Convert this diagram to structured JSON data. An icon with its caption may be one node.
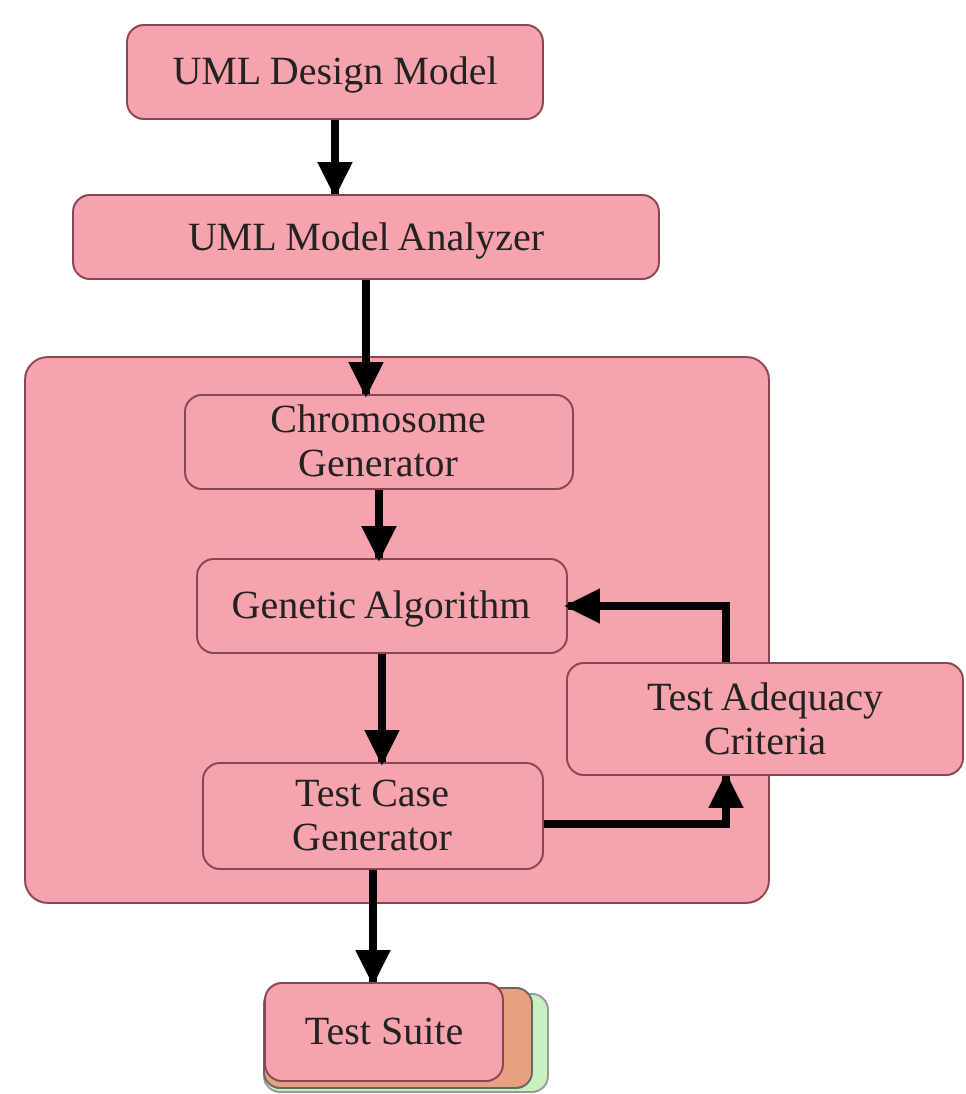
{
  "diagram": {
    "nodes": [
      {
        "text": [
          "UML Design Model"
        ]
      },
      {
        "text": [
          "UML Model Analyzer"
        ]
      },
      {
        "text": [],
        "shape": "box"
      },
      {
        "text": [
          "Chromosome Generator"
        ],
        "in": 2
      },
      {
        "text": [
          "Genetic Algorithm"
        ],
        "in": 2
      },
      {
        "text": [
          "Test Adequacy Criteria"
        ]
      },
      {
        "text": [
          "Test Case Generator"
        ],
        "in": 2
      },
      {
        "text": [
          "Test Suite"
        ]
      }
    ],
    "edges": [
      {
        "from": 0,
        "to": 1,
        "arrow": "to"
      },
      {
        "from": 1,
        "to": 3,
        "arrow": "to"
      },
      {
        "from": 3,
        "to": 4,
        "arrow": "to"
      },
      {
        "from": 4,
        "to": 6,
        "arrow": "to"
      },
      {
        "from": 6,
        "to": 5,
        "arrow": "to"
      },
      {
        "from": 5,
        "to": 4,
        "arrow": "to"
      },
      {
        "from": 6,
        "to": 7,
        "arrow": "to"
      }
    ]
  }
}
